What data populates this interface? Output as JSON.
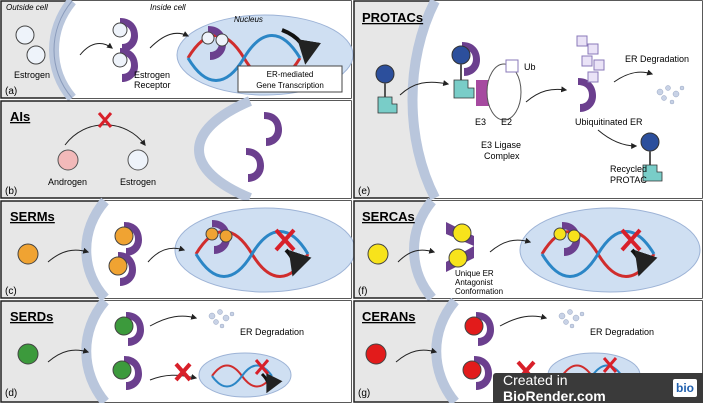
{
  "panels": {
    "a": {
      "letter": "(a)",
      "outside_label": "Outside cell",
      "inside_label": "Inside cell",
      "nucleus_label": "Nucleus",
      "estrogen_label": "Estrogen",
      "receptor_label_1": "Estrogen",
      "receptor_label_2": "Receptor",
      "transcription_label_1": "ER-mediated",
      "transcription_label_2": "Gene Transcription"
    },
    "b": {
      "letter": "(b)",
      "title": "AIs",
      "androgen_label": "Androgen",
      "estrogen_label": "Estrogen"
    },
    "c": {
      "letter": "(c)",
      "title": "SERMs"
    },
    "d": {
      "letter": "(d)",
      "title": "SERDs",
      "degradation_label": "ER Degradation"
    },
    "e": {
      "letter": "(e)",
      "title": "PROTACs",
      "ub_label": "Ub",
      "e3_label": "E3",
      "e2_label": "E2",
      "ligase_label_1": "E3 Ligase",
      "ligase_label_2": "Complex",
      "ubiquitinated_label": "Ubiquitinated ER",
      "degradation_label": "ER Degradation",
      "recycled_label_1": "Recycled",
      "recycled_label_2": "PROTAC"
    },
    "f": {
      "letter": "(f)",
      "title": "SERCAs",
      "conformation_label_1": "Unique ER",
      "conformation_label_2": "Antagonist",
      "conformation_label_3": "Conformation"
    },
    "g": {
      "letter": "(g)",
      "title": "CERANs",
      "degradation_label": "ER Degradation"
    }
  },
  "watermark": {
    "prefix": "Created in ",
    "brand": "BioRender.com",
    "logo": "bio"
  },
  "colors": {
    "panel_bg": "#e7e7e7",
    "membrane": "#b9c6dc",
    "nucleus": "#cfdff2",
    "receptor": "#6b3f8e",
    "estrogen": "#eef3fa",
    "androgen": "#f2b9b9",
    "serm": "#f0a332",
    "serd": "#3c9a3c",
    "serca": "#f7e31b",
    "ceran": "#e21b1b",
    "protac_blue": "#2c4f9c",
    "protac_teal": "#79cdc8",
    "e3": "#a64aa0",
    "x_mark": "#d8202a"
  }
}
